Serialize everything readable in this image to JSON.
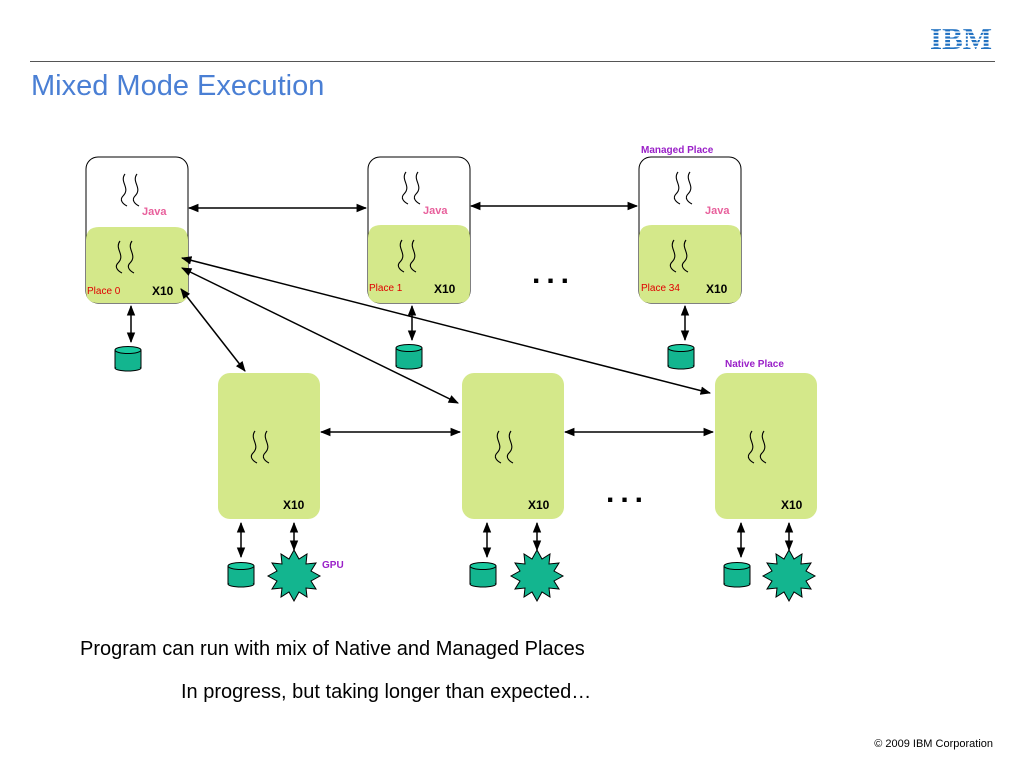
{
  "slide": {
    "title": "Mixed Mode Execution",
    "logo_text": "IBM",
    "caption_line1": "Program can run with mix of Native and Managed Places",
    "caption_line2": "In progress, but taking longer than expected…",
    "copyright": "© 2009 IBM Corporation"
  },
  "diagram": {
    "labels": {
      "managed_place": "Managed Place",
      "native_place": "Native Place",
      "gpu": "GPU",
      "ellipsis": "..."
    },
    "managed_places": [
      {
        "place_label": "Place 0",
        "runtime": "X10",
        "vm": "Java"
      },
      {
        "place_label": "Place 1",
        "runtime": "X10",
        "vm": "Java"
      },
      {
        "place_label": "Place 34",
        "runtime": "X10",
        "vm": "Java"
      }
    ],
    "native_places": [
      {
        "runtime": "X10",
        "has_gpu": true
      },
      {
        "runtime": "X10",
        "has_gpu": true
      },
      {
        "runtime": "X10",
        "has_gpu": true
      }
    ]
  },
  "colors": {
    "title_blue": "#4a7fd4",
    "ibm_blue": "#1f70c1",
    "x10_green": "#d4e88a",
    "disk_teal": "#13b58f",
    "place_red": "#e00000",
    "java_pink": "#e8609c",
    "annotation_purple": "#9a20c8"
  },
  "icons": [
    "thread-icon",
    "disk-icon",
    "gpu-icon",
    "ibm-logo"
  ]
}
